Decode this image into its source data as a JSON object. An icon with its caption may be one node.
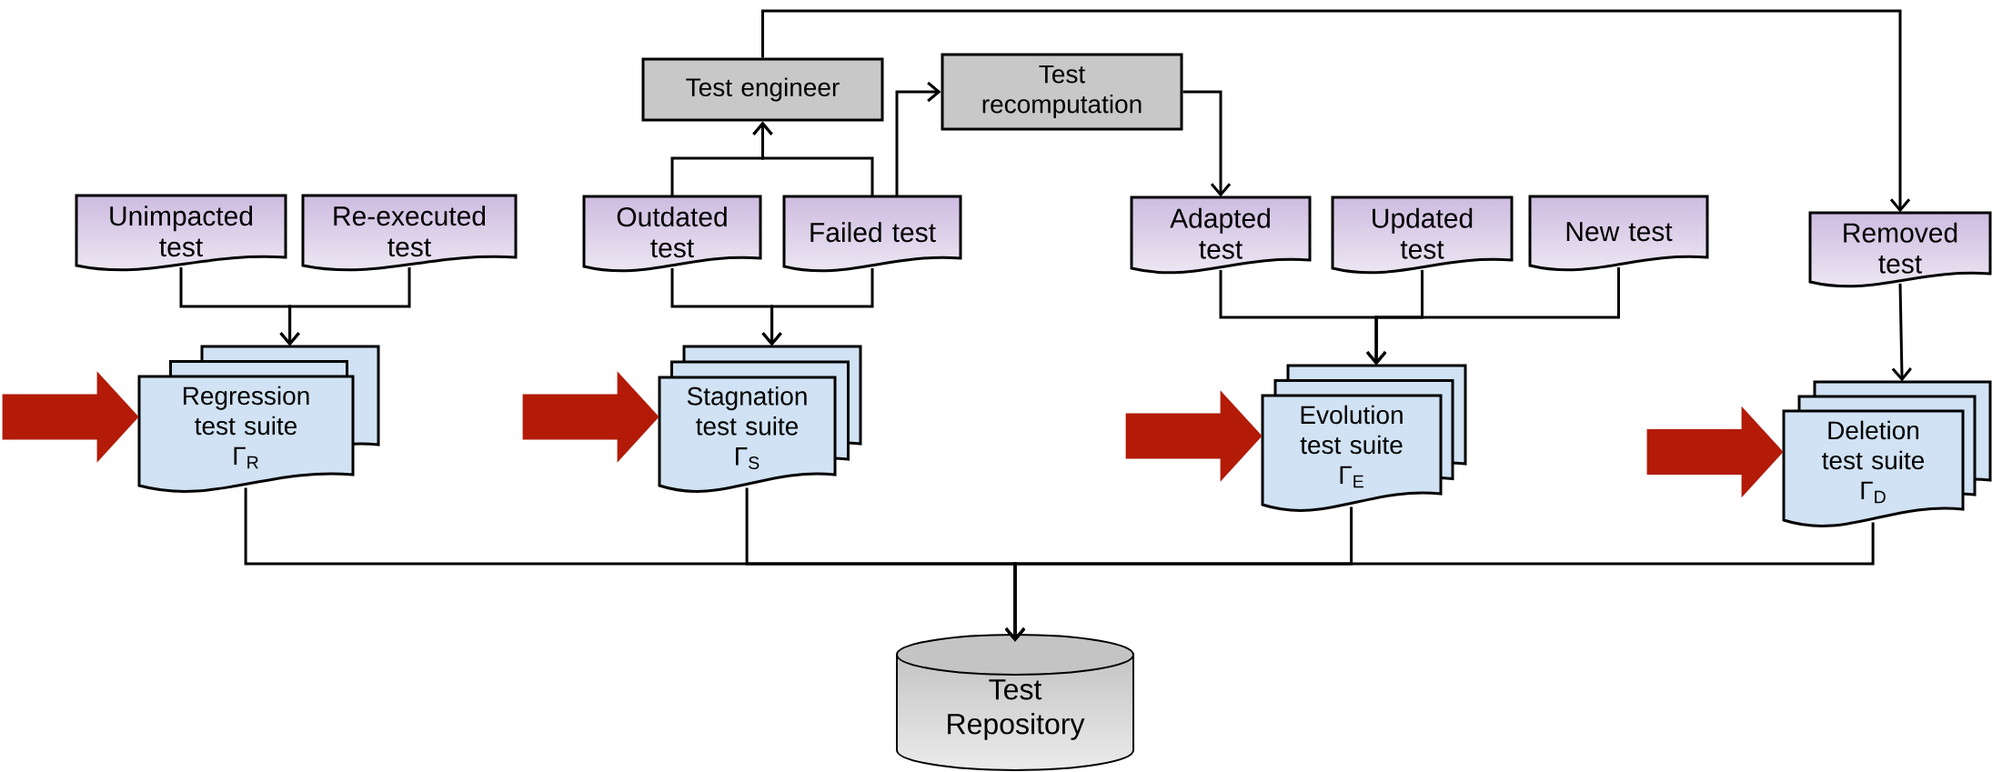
{
  "diagram": {
    "nodes": [
      {
        "text": [
          "Test engineer"
        ]
      },
      {
        "text": [
          "Test recomputation"
        ]
      },
      {
        "text": [
          "Unimpacted test"
        ]
      },
      {
        "text": [
          "Re-executed test"
        ]
      },
      {
        "text": [
          "Outdated test"
        ]
      },
      {
        "text": [
          "Failed test"
        ]
      },
      {
        "text": [
          "Adapted test"
        ]
      },
      {
        "text": [
          "Updated test"
        ]
      },
      {
        "text": [
          "New test"
        ]
      },
      {
        "text": [
          "Removed test"
        ]
      },
      {
        "text": [
          "Regression test suite",
          "Γ$_{R}$"
        ]
      },
      {
        "text": [
          "Stagnation test suite",
          "Γ$_{S}$"
        ]
      },
      {
        "text": [
          "Evolution test suite",
          "Γ$_{E}$"
        ]
      },
      {
        "text": [
          "Deletion test suite",
          "Γ$_{D}$"
        ]
      },
      {
        "text": [
          "Test Repository"
        ]
      }
    ],
    "edges": [
      {
        "from": 2,
        "to": 10,
        "arrow": "to"
      },
      {
        "from": 3,
        "to": 10,
        "arrow": "to"
      },
      {
        "from": 4,
        "to": 11,
        "arrow": "to"
      },
      {
        "from": 5,
        "to": 11,
        "arrow": "to"
      },
      {
        "from": 4,
        "to": 0,
        "arrow": "to"
      },
      {
        "from": 5,
        "to": 0,
        "arrow": "to"
      },
      {
        "from": 5,
        "to": 1,
        "arrow": "to"
      },
      {
        "from": 0,
        "to": 9,
        "arrow": "to"
      },
      {
        "from": 1,
        "to": 6,
        "arrow": "to"
      },
      {
        "from": 6,
        "to": 12,
        "arrow": "to"
      },
      {
        "from": 7,
        "to": 12,
        "arrow": "to"
      },
      {
        "from": 8,
        "to": 12,
        "arrow": "to"
      },
      {
        "from": 9,
        "to": 13,
        "arrow": "to"
      },
      {
        "from": 10,
        "to": 14,
        "arrow": "to"
      },
      {
        "from": 11,
        "to": 14,
        "arrow": "to"
      },
      {
        "from": 12,
        "to": 14,
        "arrow": "to"
      },
      {
        "from": 13,
        "to": 14,
        "arrow": "to"
      },
      {
        "from": null,
        "to": 10,
        "arrow": "to",
        "style": "thick",
        "color": "#b31b08"
      },
      {
        "from": null,
        "to": 11,
        "arrow": "to",
        "style": "thick",
        "color": "#b31b08"
      },
      {
        "from": null,
        "to": 12,
        "arrow": "to",
        "style": "thick",
        "color": "#b31b08"
      },
      {
        "from": null,
        "to": 13,
        "arrow": "to",
        "style": "thick",
        "color": "#b31b08"
      }
    ]
  }
}
